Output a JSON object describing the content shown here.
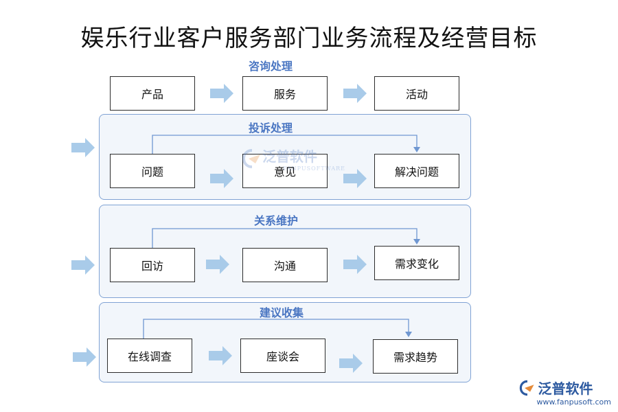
{
  "title": "娱乐行业客户服务部门业务流程及经营目标",
  "sections": [
    {
      "label": "咨询处理",
      "boxes": [
        "产品",
        "服务",
        "活动"
      ]
    },
    {
      "label": "投诉处理",
      "boxes": [
        "问题",
        "意见",
        "解决问题"
      ]
    },
    {
      "label": "关系维护",
      "boxes": [
        "回访",
        "沟通",
        "需求变化"
      ]
    },
    {
      "label": "建议收集",
      "boxes": [
        "在线调查",
        "座谈会",
        "需求趋势"
      ]
    }
  ],
  "watermark": {
    "text": "泛普软件",
    "sub": "FANPUSOFTWARE"
  },
  "logo": {
    "text": "泛普软件",
    "url": "www.fanpusoft.com"
  },
  "colors": {
    "arrow": "#a9cbe9",
    "accent": "#4a76c2",
    "panel_bg": "#f2f6fb",
    "panel_border": "#7fa2d4"
  }
}
